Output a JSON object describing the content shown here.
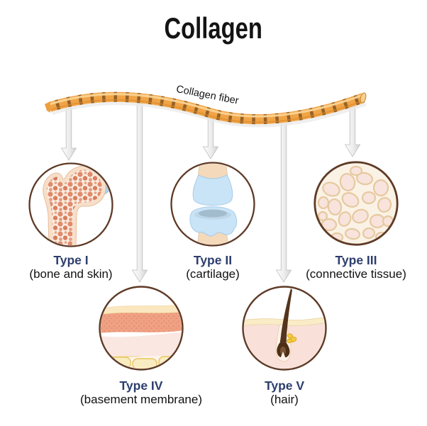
{
  "title": "Collagen",
  "fiber": {
    "label": "Collagen fiber"
  },
  "types": [
    {
      "name": "Type I",
      "tissue": "(bone and skin)",
      "illustration": "bone-cross-section-icon"
    },
    {
      "name": "Type II",
      "tissue": "(cartilage)",
      "illustration": "cartilage-joint-icon"
    },
    {
      "name": "Type III",
      "tissue": "(connective tissue)",
      "illustration": "connective-tissue-mesh-icon"
    },
    {
      "name": "Type IV",
      "tissue": "(basement membrane)",
      "illustration": "skin-layers-icon"
    },
    {
      "name": "Type V",
      "tissue": "(hair)",
      "illustration": "hair-follicle-icon"
    }
  ],
  "colors": {
    "type_label": "#2d3e6d",
    "body_text": "#111111",
    "fiber_orange": "#F1A446",
    "fiber_stripe": "#8A5A25",
    "circle_border": "#5E3A26",
    "cartilage_blue": "#C9E4F6"
  }
}
